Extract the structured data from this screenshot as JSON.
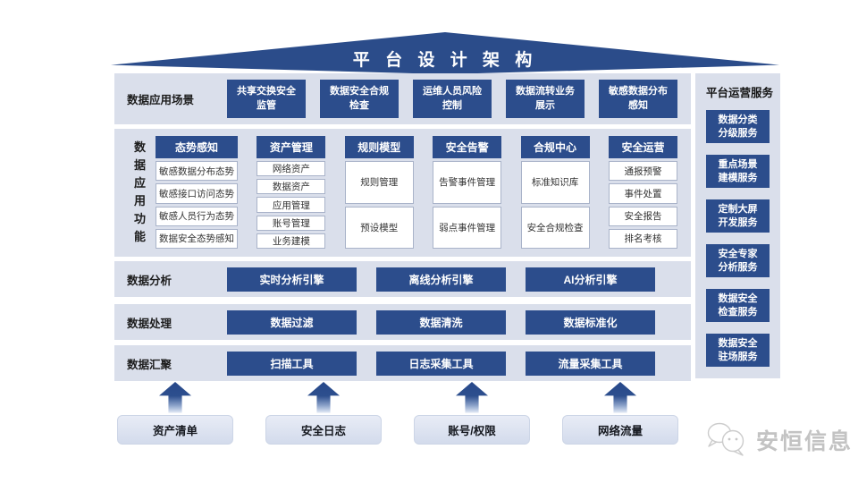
{
  "title": "平 台 设 计 架 构",
  "colors": {
    "accent": "#2c4d8c",
    "panel_bg": "#dadfeb",
    "roof": "#2b4c8a"
  },
  "scenarios": {
    "label": "数据应用场景",
    "items": [
      "共享交换安全\n监管",
      "数据安全合规\n检查",
      "运维人员风险\n控制",
      "数据流转业务\n展示",
      "敏感数据分布\n感知"
    ]
  },
  "functions": {
    "label": "数据应用功能",
    "columns": [
      {
        "header": "态势感知",
        "items": [
          "敏感数据分布态势",
          "敏感接口访问态势",
          "敏感人员行为态势",
          "数据安全态势感知"
        ]
      },
      {
        "header": "资产管理",
        "items": [
          "网络资产",
          "数据资产",
          "应用管理",
          "账号管理",
          "业务建模"
        ]
      },
      {
        "header": "规则模型",
        "items": [
          "规则管理",
          "预设模型"
        ]
      },
      {
        "header": "安全告警",
        "items": [
          "告警事件管理",
          "弱点事件管理"
        ]
      },
      {
        "header": "合规中心",
        "items": [
          "标准知识库",
          "安全合规检查"
        ]
      },
      {
        "header": "安全运营",
        "items": [
          "通报预警",
          "事件处置",
          "安全报告",
          "排名考核"
        ]
      }
    ]
  },
  "analysis": {
    "label": "数据分析",
    "items": [
      "实时分析引擎",
      "离线分析引擎",
      "AI分析引擎"
    ]
  },
  "processing": {
    "label": "数据处理",
    "items": [
      "数据过滤",
      "数据清洗",
      "数据标准化"
    ]
  },
  "aggregation": {
    "label": "数据汇聚",
    "items": [
      "扫描工具",
      "日志采集工具",
      "流量采集工具"
    ]
  },
  "sources": {
    "items": [
      "资产清单",
      "安全日志",
      "账号/权限",
      "网络流量"
    ]
  },
  "ops": {
    "title": "平台运营服务",
    "items": [
      "数据分类\n分级服务",
      "重点场景\n建模服务",
      "定制大屏\n开发服务",
      "安全专家\n分析服务",
      "数据安全\n检查服务",
      "数据安全\n驻场服务"
    ]
  },
  "logo": {
    "text": "安恒信息"
  }
}
